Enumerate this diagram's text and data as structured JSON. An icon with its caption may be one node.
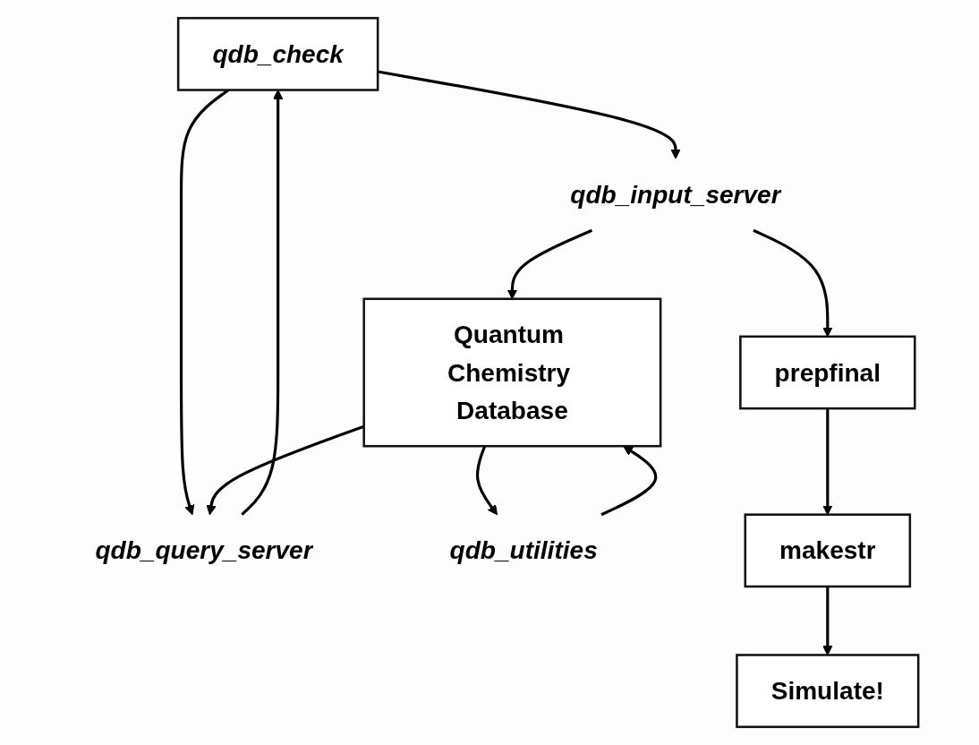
{
  "diagram": {
    "nodes": [
      {
        "text": [
          "qdb_check"
        ]
      },
      {
        "text": [
          "qdb_input_server"
        ]
      },
      {
        "text": [
          "Quantum Chemistry Database"
        ]
      },
      {
        "text": [
          "qdb_query_server"
        ]
      },
      {
        "text": [
          "qdb_utilities"
        ]
      },
      {
        "text": [
          "prepfinal"
        ]
      },
      {
        "text": [
          "makestr"
        ]
      },
      {
        "text": [
          "Simulate!"
        ]
      }
    ],
    "edges": [
      {
        "from": 0,
        "to": 1,
        "arrow": "to"
      },
      {
        "from": 3,
        "to": 0,
        "arrow": "to"
      },
      {
        "from": 0,
        "to": 3,
        "arrow": "to"
      },
      {
        "from": 1,
        "to": 2,
        "arrow": "to"
      },
      {
        "from": 2,
        "to": 3,
        "arrow": "to"
      },
      {
        "from": 2,
        "to": 4,
        "arrow": "to"
      },
      {
        "from": 4,
        "to": 2,
        "arrow": "to"
      },
      {
        "from": 1,
        "to": 5,
        "arrow": "to"
      },
      {
        "from": 5,
        "to": 6,
        "arrow": "to"
      },
      {
        "from": 6,
        "to": 7,
        "arrow": "to"
      }
    ]
  }
}
